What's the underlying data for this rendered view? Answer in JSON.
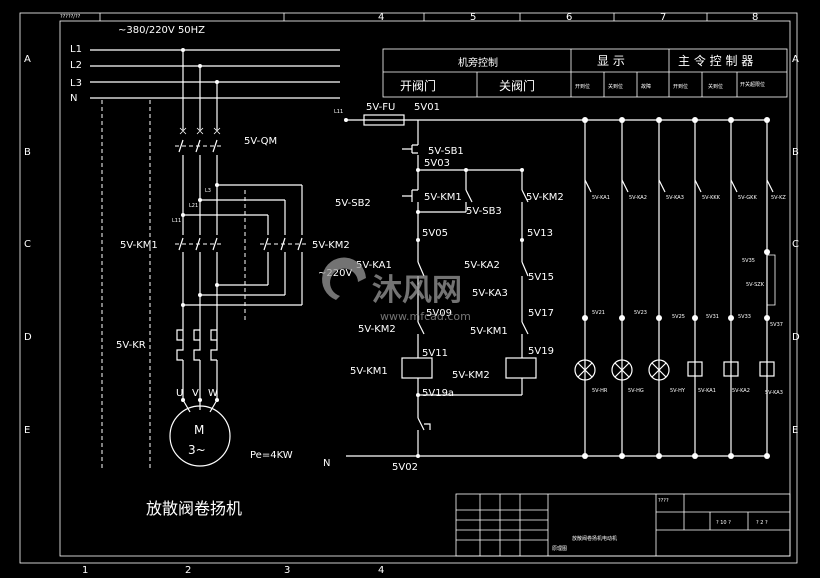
{
  "title_block_top": "?????/??",
  "supply": "~380/220V   50HZ",
  "phases": [
    "L1",
    "L2",
    "L3",
    "N"
  ],
  "grid_cols": [
    "1",
    "2",
    "3",
    "4",
    "5",
    "6",
    "7",
    "8"
  ],
  "grid_rows": [
    "A",
    "B",
    "C",
    "D",
    "E"
  ],
  "power": {
    "qm": "5V-QM",
    "km1": "5V-KM1",
    "km2": "5V-KM2",
    "kr": "5V-KR",
    "uvw": [
      "U",
      "V",
      "W"
    ],
    "motor": "M",
    "motor_sub": "3~",
    "rating": "Pe=4KW",
    "l11": "L11",
    "l21": "L21",
    "l3": "L3",
    "title": "放散阀卷扬机"
  },
  "header": {
    "local_control": "机旁控制",
    "display": "显   示",
    "master_controller": "主 令 控 制 器",
    "open_valve": "开阀门",
    "close_valve": "关阀门",
    "disp_cols": [
      "开到位",
      "关到位",
      "故障"
    ],
    "ctrl_cols": [
      "开到位",
      "关到位",
      "开关超限位"
    ]
  },
  "control": {
    "l11": "L11",
    "fu": "5V-FU",
    "v01": "5V01",
    "sb1": "5V-SB1",
    "v03": "5V03",
    "sb2": "5V-SB2",
    "km1_nc": "5V-KM1",
    "sb3": "5V-SB3",
    "km2_nc": "5V-KM2",
    "v05": "5V05",
    "v13": "5V13",
    "v220": "~220V",
    "ka1": "5V-KA1",
    "ka2": "5V-KA2",
    "ka3": "5V-KA3",
    "v15": "5V15",
    "v09": "5V09",
    "v17": "5V17",
    "km2_il": "5V-KM2",
    "km1_il": "5V-KM1",
    "v11": "5V11",
    "v19": "5V19",
    "coil1": "5V-KM1",
    "coil2": "5V-KM2",
    "v19a": "5V19a",
    "n": "N",
    "v02": "5V02"
  },
  "right": {
    "top_contacts": [
      "5V-KA1",
      "5V-KA2",
      "5V-KA3",
      "5V-KKK",
      "5V-GKK",
      "5V-KZ"
    ],
    "node_labels": [
      "5V21",
      "5V23",
      "5V25",
      "5V31",
      "5V33",
      "5V37"
    ],
    "v35": "5V35",
    "szk": "5V-SZK",
    "bottom": [
      "5V-HR",
      "5V-HG",
      "5V-HY",
      "5V-KA1",
      "5V-KA2",
      "5V-KA3"
    ]
  },
  "title_block": {
    "drawing_name": "放散阀卷扬机电动机",
    "drawing_type": "原理图",
    "sheet": "? 10 ?",
    "page": "? 2 ?",
    "marks": "????"
  },
  "watermark": {
    "brand": "沐风网",
    "url": "www.mfcad.com"
  }
}
